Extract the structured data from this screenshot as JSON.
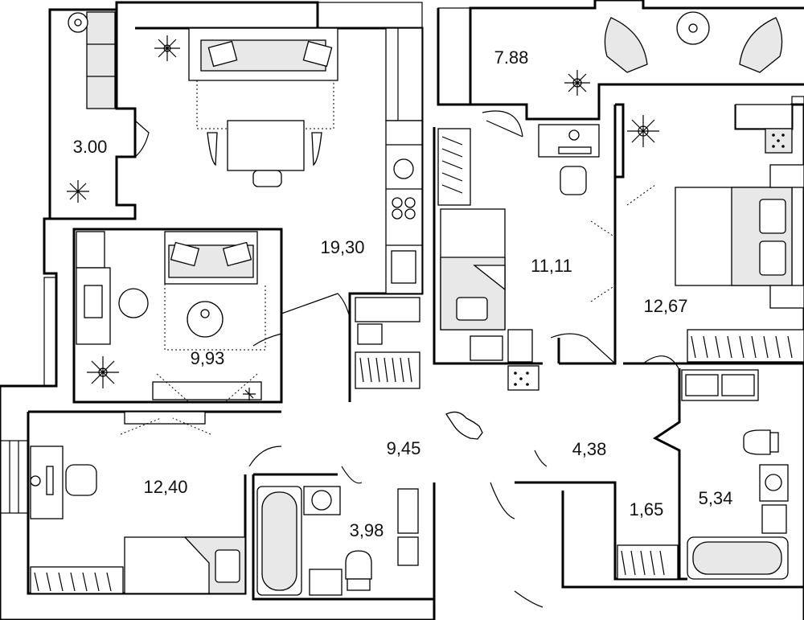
{
  "plan": {
    "rooms": [
      {
        "id": "balcony-left",
        "area": "3.00"
      },
      {
        "id": "balcony-top",
        "area": "7.88"
      },
      {
        "id": "living-kitchen",
        "area": "19,30"
      },
      {
        "id": "bedroom-study",
        "area": "9,93"
      },
      {
        "id": "bedroom-center",
        "area": "11,11"
      },
      {
        "id": "bedroom-right",
        "area": "12,67"
      },
      {
        "id": "hall",
        "area": "9,45"
      },
      {
        "id": "corridor",
        "area": "4,38"
      },
      {
        "id": "bedroom-left",
        "area": "12,40"
      },
      {
        "id": "bathroom",
        "area": "3,98"
      },
      {
        "id": "wc-storage",
        "area": "1,65"
      },
      {
        "id": "bathroom-right",
        "area": "5,34"
      }
    ]
  }
}
